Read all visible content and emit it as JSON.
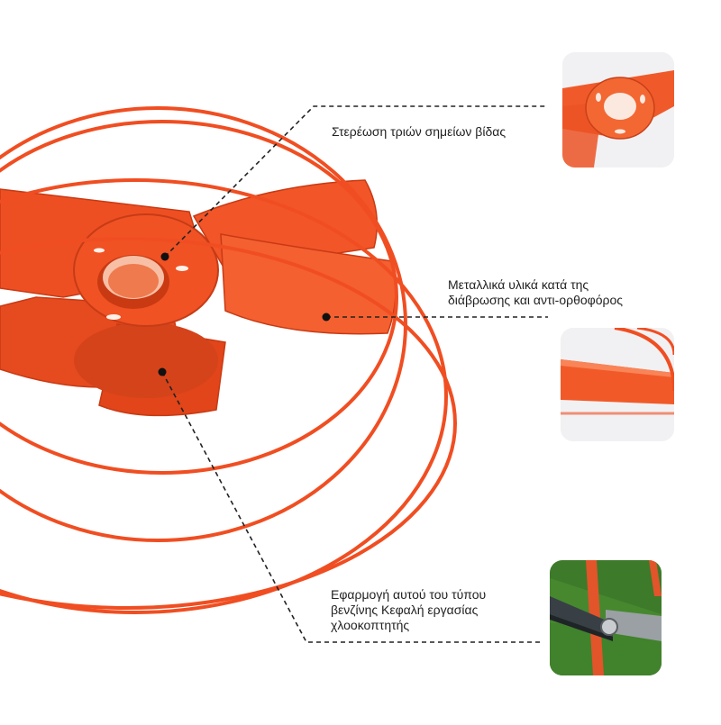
{
  "image": {
    "subject": "orange-fan-blade-brushcutter-head",
    "accent_color": "#f04e22",
    "background_color": "#ffffff"
  },
  "callouts": [
    {
      "lines": [
        "Στερέωση τριών σημείων βίδας"
      ]
    },
    {
      "lines": [
        "Μεταλλικά υλικά κατά της",
        "διάβρωσης και αντι-ορθοφόρος"
      ]
    },
    {
      "lines": [
        "Εφαρμογή αυτού του τύπου",
        "βενζίνης Κεφαλή εργασίας",
        "χλοοκοπτητής"
      ]
    }
  ]
}
